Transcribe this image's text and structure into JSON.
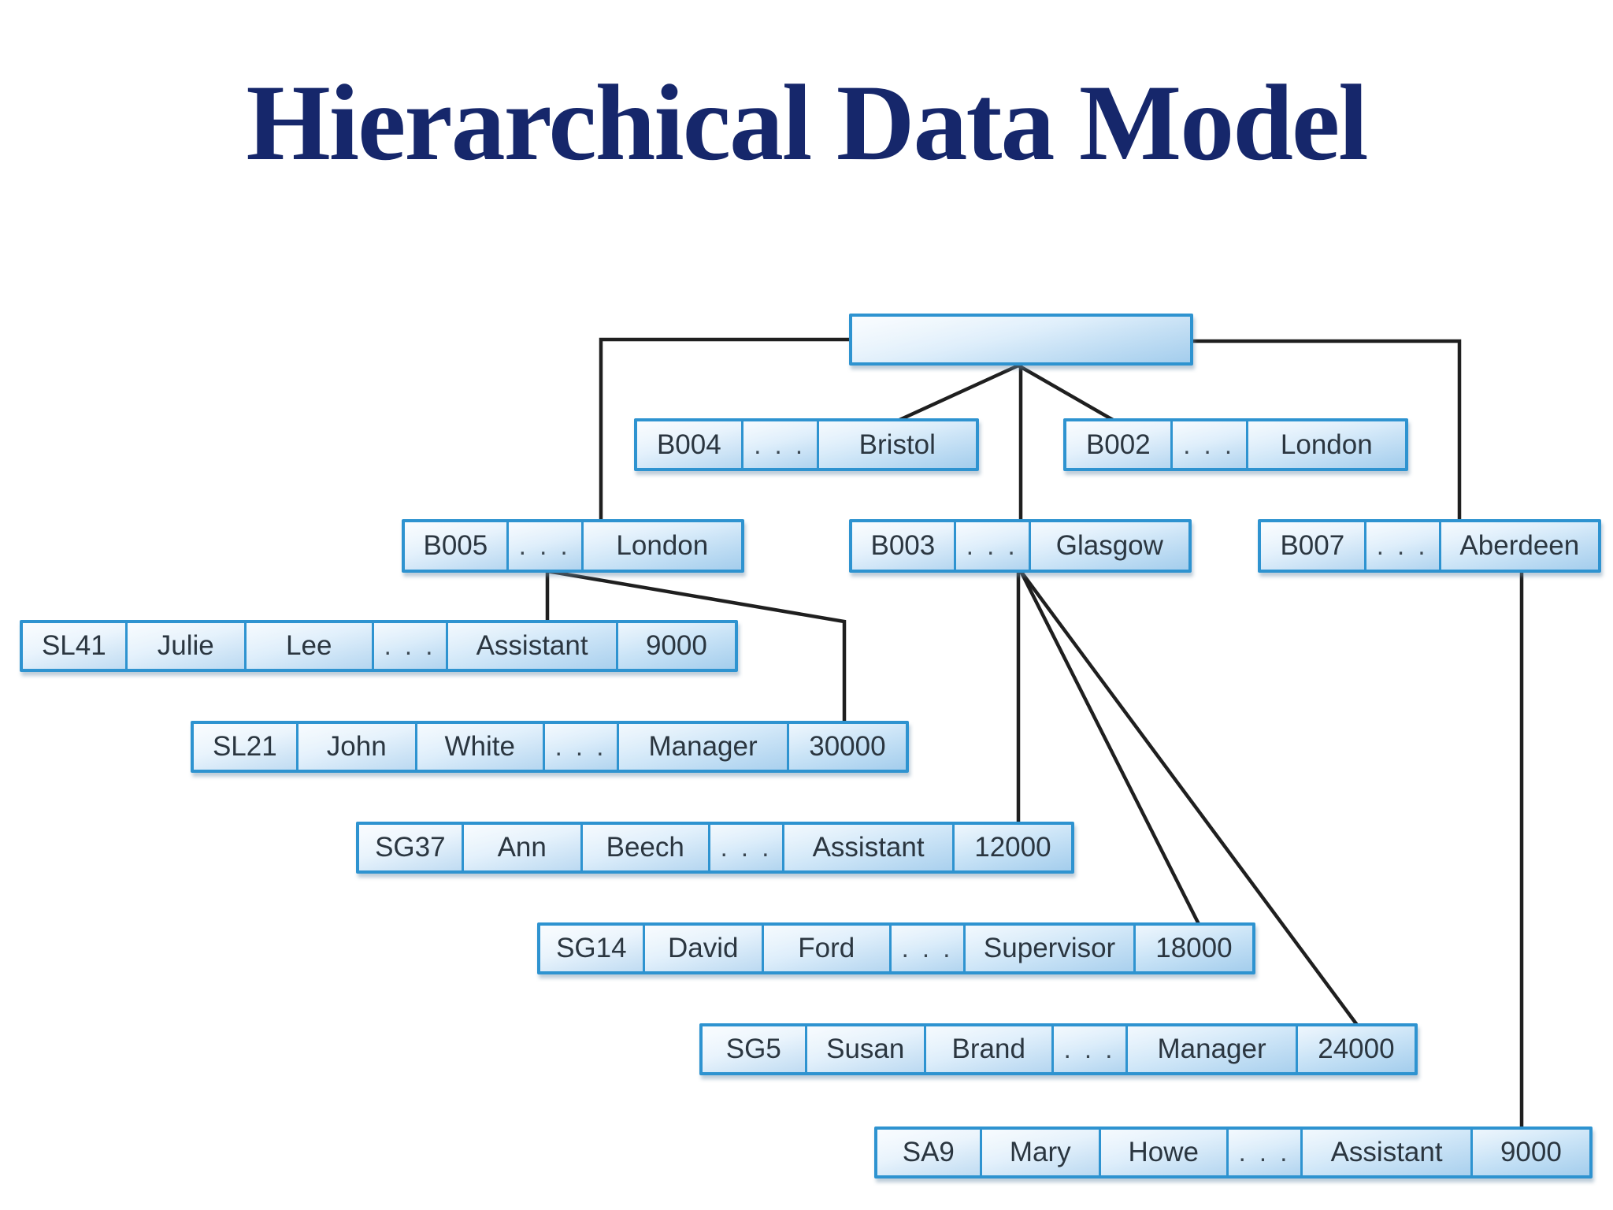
{
  "title": "Hierarchical Data Model",
  "colors": {
    "background": "#ffffff",
    "title_text": "#16276b",
    "box_border": "#2e93d0",
    "box_fill_top": "#eef6fd",
    "box_fill_bottom": "#b5d9f3",
    "connector": "#1f1f1f",
    "cell_text": "#2b3640"
  },
  "records": {
    "root": {
      "cells": []
    },
    "b004": {
      "cells": [
        "B004",
        ". . .",
        "Bristol"
      ]
    },
    "b002": {
      "cells": [
        "B002",
        ". . .",
        "London"
      ]
    },
    "b005": {
      "cells": [
        "B005",
        ". . .",
        "London"
      ]
    },
    "b003": {
      "cells": [
        "B003",
        ". . .",
        "Glasgow"
      ]
    },
    "b007": {
      "cells": [
        "B007",
        ". . .",
        "Aberdeen"
      ]
    },
    "sl41": {
      "cells": [
        "SL41",
        "Julie",
        "Lee",
        ". . .",
        "Assistant",
        "9000"
      ]
    },
    "sl21": {
      "cells": [
        "SL21",
        "John",
        "White",
        ". . .",
        "Manager",
        "30000"
      ]
    },
    "sg37": {
      "cells": [
        "SG37",
        "Ann",
        "Beech",
        ". . .",
        "Assistant",
        "12000"
      ]
    },
    "sg14": {
      "cells": [
        "SG14",
        "David",
        "Ford",
        ". . .",
        "Supervisor",
        "18000"
      ]
    },
    "sg5": {
      "cells": [
        "SG5",
        "Susan",
        "Brand",
        ". . .",
        "Manager",
        "24000"
      ]
    },
    "sa9": {
      "cells": [
        "SA9",
        "Mary",
        "Howe",
        ". . .",
        "Assistant",
        "9000"
      ]
    }
  },
  "edges": [
    {
      "from": "root",
      "to": "b004"
    },
    {
      "from": "root",
      "to": "b002"
    },
    {
      "from": "root",
      "to": "b005"
    },
    {
      "from": "root",
      "to": "b003"
    },
    {
      "from": "root",
      "to": "b007"
    },
    {
      "from": "b005",
      "to": "sl41"
    },
    {
      "from": "b005",
      "to": "sl21"
    },
    {
      "from": "b003",
      "to": "sg37"
    },
    {
      "from": "b003",
      "to": "sg14"
    },
    {
      "from": "b003",
      "to": "sg5"
    },
    {
      "from": "b007",
      "to": "sa9"
    }
  ]
}
